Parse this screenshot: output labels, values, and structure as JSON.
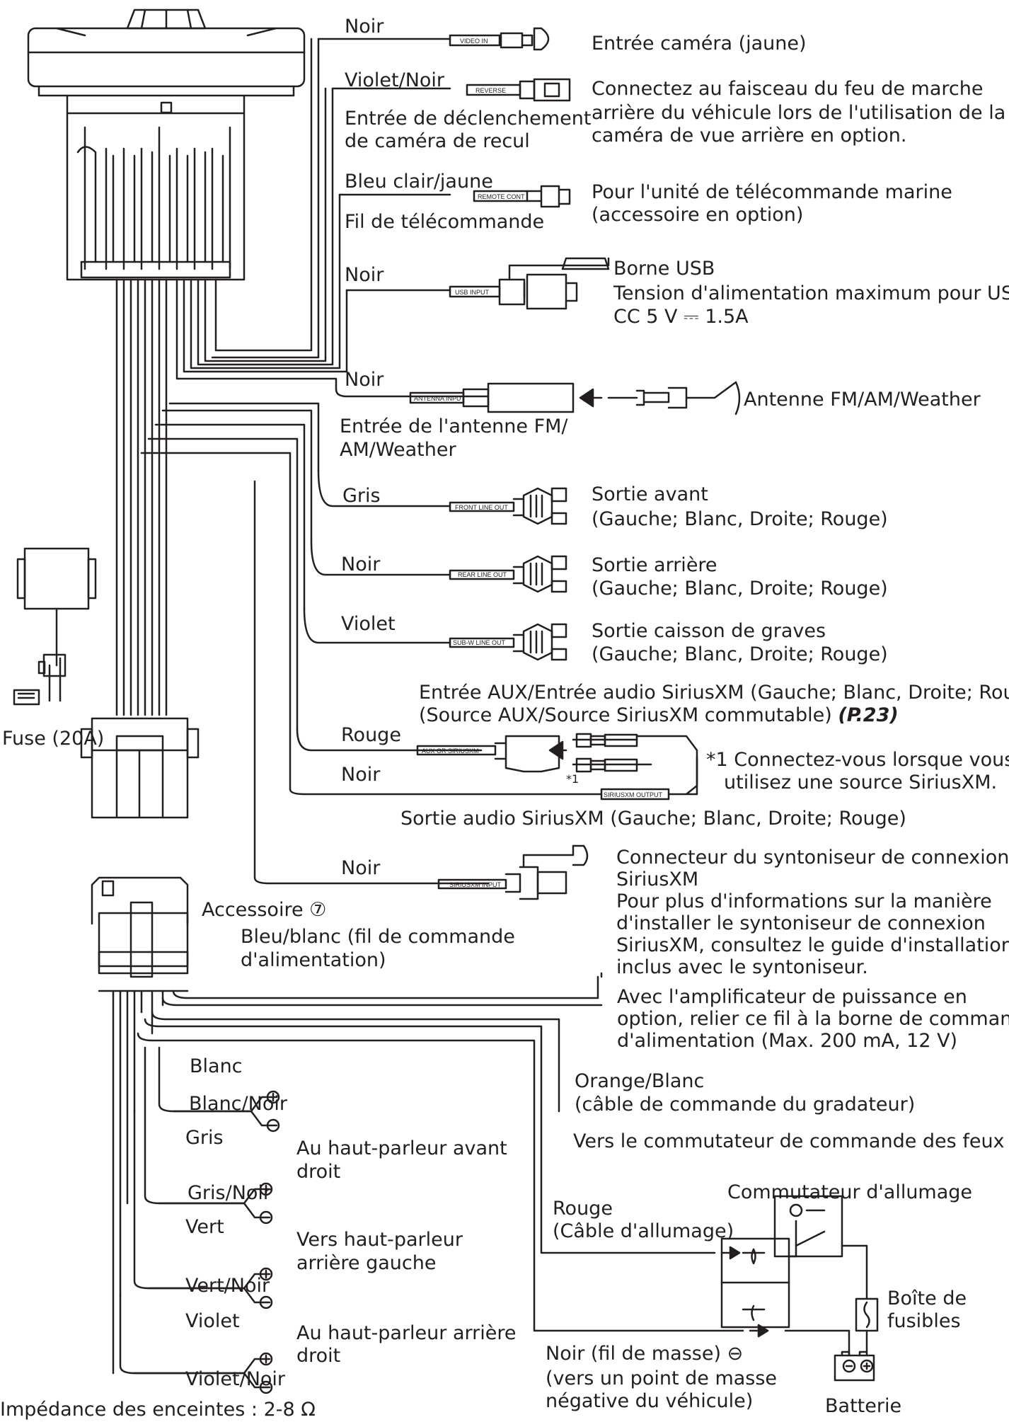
{
  "wires": {
    "video": {
      "color": "Noir",
      "tag": "VIDEO IN",
      "desc": "Entrée caméra (jaune)"
    },
    "reverse": {
      "color": "Violet/Noir",
      "tag": "REVERSE",
      "label1": "Entrée de déclenchement",
      "label2": "de caméra de recul",
      "desc1": "Connectez au faisceau du feu de marche",
      "desc2": "arrière du véhicule lors de l'utilisation de la",
      "desc3": "caméra de vue arrière en option."
    },
    "remote": {
      "color": "Bleu clair/jaune",
      "tag": "REMOTE CONT",
      "label": "Fil de télécommande",
      "desc1": "Pour l'unité de télécommande marine",
      "desc2": "(accessoire en option)"
    },
    "usb": {
      "color": "Noir",
      "tag": "USB INPUT",
      "desc1": "Borne USB",
      "desc2": "Tension d'alimentation maximum pour USB :",
      "desc3": "CC 5 V ⎓ 1.5A"
    },
    "antenna": {
      "color": "Noir",
      "tag": "ANTENNA INPUT",
      "label1": "Entrée de l'antenne FM/",
      "label2": "AM/Weather",
      "desc": "Antenne FM/AM/Weather"
    },
    "front": {
      "color": "Gris",
      "tag": "FRONT LINE OUT",
      "desc1": "Sortie avant",
      "desc2": "(Gauche; Blanc, Droite; Rouge)"
    },
    "rear": {
      "color": "Noir",
      "tag": "REAR LINE OUT",
      "desc1": "Sortie arrière",
      "desc2": "(Gauche; Blanc, Droite; Rouge)"
    },
    "sub": {
      "color": "Violet",
      "tag": "SUB-W LINE OUT",
      "desc1": "Sortie caisson de graves",
      "desc2": "(Gauche; Blanc, Droite; Rouge)"
    },
    "aux": {
      "color": "Rouge",
      "tag": "AUX OR SIRIUSXM",
      "desc1": "Entrée AUX/Entrée audio SiriusXM (Gauche; Blanc, Droite; Rouge)",
      "desc2": "(Source AUX/Source SiriusXM commutable) ",
      "ref": "(P.23)"
    },
    "sxmout": {
      "color": "Noir",
      "tag": "SIRIUSXM OUTPUT",
      "desc": "Sortie audio SiriusXM (Gauche; Blanc, Droite; Rouge)",
      "star": "*1",
      "note1": "*1 Connectez-vous lorsque vous",
      "note2": "utilisez une source SiriusXM."
    },
    "sxmin": {
      "color": "Noir",
      "tag": "SIRIUSXM INPUT",
      "desc1": "Connecteur du syntoniseur de connexion",
      "desc2": "SiriusXM",
      "desc3": "Pour plus d'informations sur la manière",
      "desc4": "d'installer le syntoniseur de connexion",
      "desc5": "SiriusXM, consultez le guide d'installation",
      "desc6": "inclus avec le syntoniseur."
    }
  },
  "fuse": "Fuse (20A)",
  "accessory": "Accessoire ⑦",
  "power_ctrl": {
    "l1": "Bleu/blanc (fil de commande",
    "l2": "d'alimentation)",
    "d1": "Avec l'amplificateur de puissance en",
    "d2": "option, relier ce fil à la borne de commande",
    "d3": "d'alimentation (Max. 200 mA, 12 V)"
  },
  "dimmer": {
    "l1": "Orange/Blanc",
    "l2": "(câble de commande du gradateur)",
    "d": "Vers le commutateur de commande des feux"
  },
  "ignition": {
    "l1": "Rouge",
    "l2": "(Câble d'allumage)",
    "switch": "Commutateur d'allumage",
    "fusebox1": "Boîte de",
    "fusebox2": "fusibles"
  },
  "ground": {
    "l1": "Noir (fil de masse) ⊖",
    "l2": "(vers un point de masse",
    "l3": "négative du véhicule)",
    "battery": "Batterie"
  },
  "speakers": {
    "fl_pos": "Blanc",
    "fl_neg": "Blanc/Noir",
    "fr_pos": "Gris",
    "fr_neg": "Gris/Noir",
    "fr_d1": "Au haut-parleur avant",
    "fr_d2": "droit",
    "rl_pos": "Vert",
    "rl_neg": "Vert/Noir",
    "rl_d1": "Vers haut-parleur",
    "rl_d2": "arrière gauche",
    "rr_pos": "Violet",
    "rr_neg": "Violet/Noir",
    "rr_d1": "Au haut-parleur arrière",
    "rr_d2": "droit",
    "impedance": "Impédance des enceintes : 2-8 Ω"
  }
}
